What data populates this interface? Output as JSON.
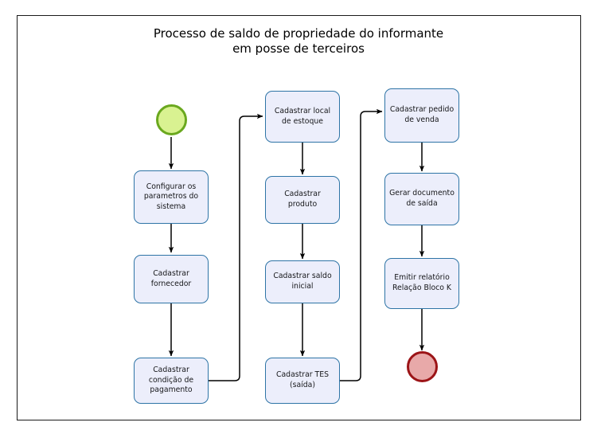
{
  "diagram": {
    "title_line1": "Processo de saldo de propriedade do informante",
    "title_line2": "em posse de terceiros",
    "colors": {
      "node_fill": "#eceefb",
      "node_border": "#2e74a6",
      "start_fill": "#d9f291",
      "start_border": "#6aa81e",
      "end_fill": "#e8a9a9",
      "end_border": "#9c1417",
      "edge": "#000000",
      "frame": "#1a1a1a",
      "text": "#16171a"
    },
    "nodes": {
      "start": {
        "type": "start-terminator",
        "label": ""
      },
      "n1": {
        "type": "process",
        "label": "Configurar os parametros do sistema"
      },
      "n2": {
        "type": "process",
        "label": "Cadastrar fornecedor"
      },
      "n3": {
        "type": "process",
        "label": "Cadastrar condição de pagamento"
      },
      "n4": {
        "type": "process",
        "label": "Cadastrar local de estoque"
      },
      "n5": {
        "type": "process",
        "label": "Cadastrar produto"
      },
      "n6": {
        "type": "process",
        "label": "Cadastrar saldo inicial"
      },
      "n7": {
        "type": "process",
        "label": "Cadastrar TES (saída)"
      },
      "n8": {
        "type": "process",
        "label": "Cadastrar pedido de venda"
      },
      "n9": {
        "type": "process",
        "label": "Gerar documento de saída"
      },
      "n10": {
        "type": "process",
        "label": "Emitir relatório Relação Bloco K"
      },
      "end": {
        "type": "end-terminator",
        "label": ""
      }
    },
    "edges": [
      {
        "from": "start",
        "to": "n1"
      },
      {
        "from": "n1",
        "to": "n2"
      },
      {
        "from": "n2",
        "to": "n3"
      },
      {
        "from": "n3",
        "to": "n4"
      },
      {
        "from": "n4",
        "to": "n5"
      },
      {
        "from": "n5",
        "to": "n6"
      },
      {
        "from": "n6",
        "to": "n7"
      },
      {
        "from": "n7",
        "to": "n8"
      },
      {
        "from": "n8",
        "to": "n9"
      },
      {
        "from": "n9",
        "to": "n10"
      },
      {
        "from": "n10",
        "to": "end"
      }
    ]
  }
}
